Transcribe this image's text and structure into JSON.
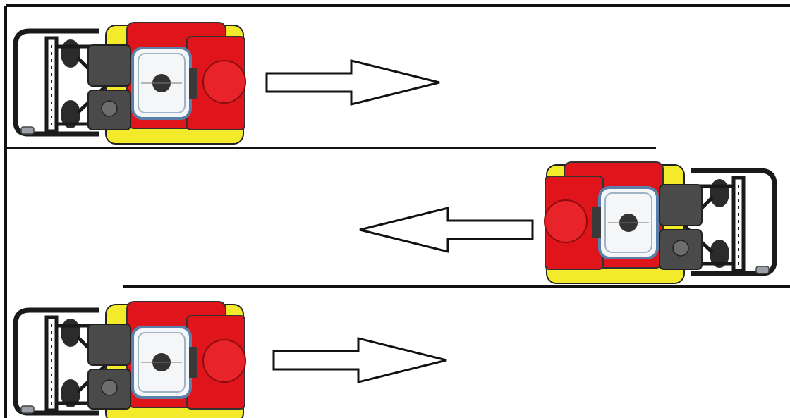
{
  "diagram": {
    "kind": "plate-compactor-overlapping-pass-pattern",
    "passes": [
      {
        "pass": 1,
        "direction": "right",
        "machine": "plate-compactor"
      },
      {
        "pass": 2,
        "direction": "left",
        "machine": "plate-compactor"
      },
      {
        "pass": 3,
        "direction": "right",
        "machine": "plate-compactor"
      }
    ],
    "colors": {
      "border": "#111111",
      "lane_line": "#111111",
      "arrow_fill": "#ffffff",
      "arrow_stroke": "#111111",
      "handle_frame": "#1a1a1a",
      "plate_yellow": "#f2ea2a",
      "engine_red": "#e0151c",
      "engine_red_dark": "#b50f14",
      "engine_gray": "#4a4a4a",
      "tank_white": "#f4f6f8",
      "tank_blue": "#5a7fa8",
      "tank_cap": "#333333"
    },
    "icons": [
      "arrow-right-icon",
      "arrow-left-icon",
      "plate-compactor-icon"
    ]
  }
}
